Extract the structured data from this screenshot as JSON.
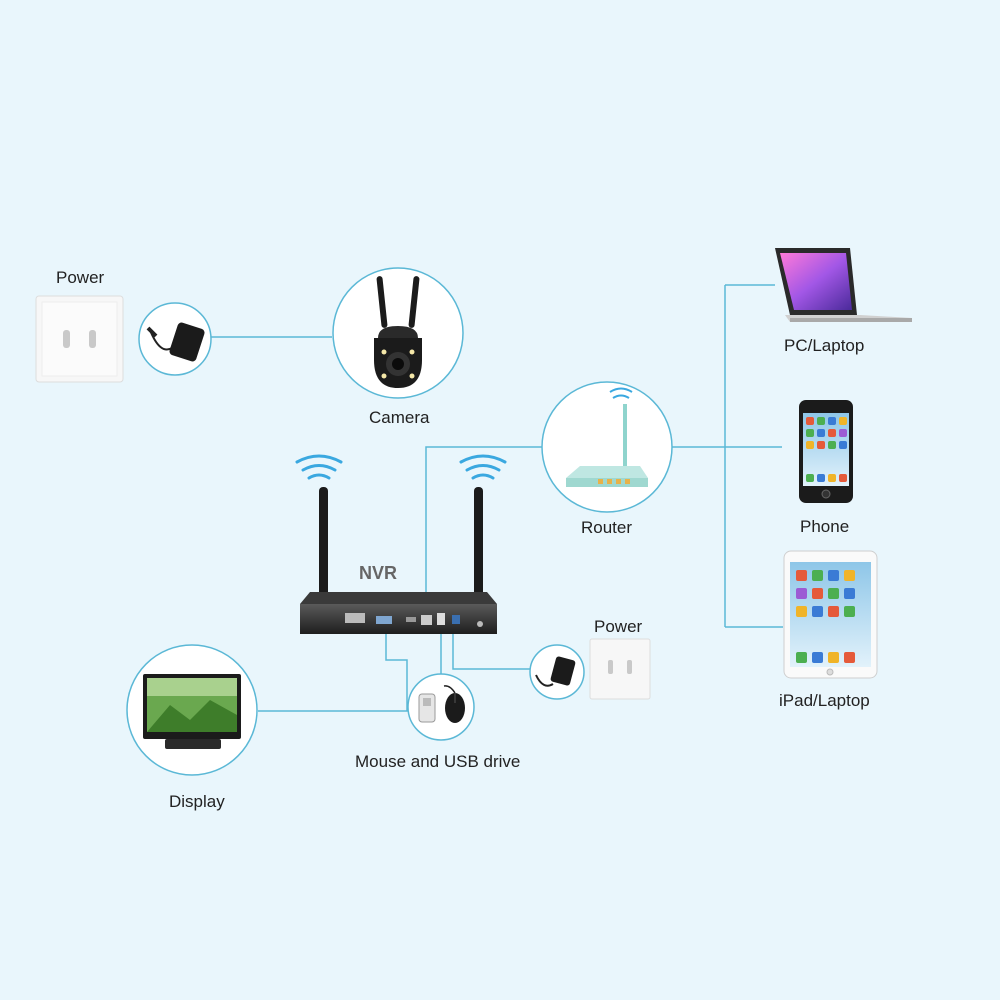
{
  "labels": {
    "power_top": "Power",
    "camera": "Camera",
    "nvr": "NVR",
    "router": "Router",
    "pc_laptop": "PC/Laptop",
    "phone": "Phone",
    "ipad_laptop": "iPad/Laptop",
    "power_right": "Power",
    "mouse_usb": "Mouse and USB drive",
    "display": "Display"
  },
  "colors": {
    "background": "#e9f6fc",
    "connector_line": "#5bb8d6",
    "circle_border": "#5bb8d6",
    "wifi_signal": "#3aa8e0",
    "device_dark": "#1b1b1b",
    "outlet": "#f7f7f7"
  },
  "icons": [
    "wall-outlet-icon",
    "power-adapter-icon",
    "camera-icon",
    "nvr-icon",
    "wifi-signal-icon",
    "router-icon",
    "laptop-icon",
    "phone-icon",
    "tablet-icon",
    "monitor-icon",
    "mouse-icon",
    "usb-drive-icon"
  ]
}
